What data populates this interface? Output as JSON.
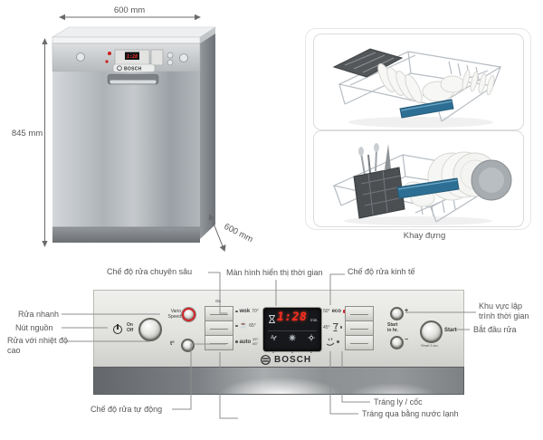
{
  "dishwasher": {
    "width_label": "600 mm",
    "height_label": "845 mm",
    "depth_label": "600 mm"
  },
  "racks": {
    "caption": "Khay đựng"
  },
  "panel": {
    "vario": [
      "Vario",
      "Speed"
    ],
    "power": [
      "On",
      "Off"
    ],
    "keycol_on": "On",
    "hitemp_label": "t°",
    "left_programs": {
      "p1": {
        "name": "wok",
        "temp": "70°"
      },
      "p2": {
        "temp": "65°"
      },
      "p3": {
        "name": "auto",
        "temp_a": "45°-",
        "temp_b": "65°"
      }
    },
    "display": {
      "time": "1:28",
      "unit": "min."
    },
    "right_programs": {
      "p1": {
        "temp": "50°",
        "name": "eco"
      },
      "p2": {
        "temp": "45°"
      }
    },
    "timer": {
      "plus": "+",
      "minus": "−",
      "label_a": "Start",
      "label_b": "in hr."
    },
    "start": {
      "label": "Start",
      "reset": "Reset 3 sec."
    },
    "brand": "BOSCH"
  },
  "annotations": {
    "intensive": "Chế độ rửa chuyên sâu",
    "display": "Màn hình hiển thị thời gian",
    "eco": "Chế độ rửa kinh tế",
    "quick": "Rửa nhanh",
    "power": "Nút nguồn",
    "hitemp": "Rửa với nhiệt độ cao",
    "auto": "Chế độ rửa tự động",
    "glass": "Tráng ly / cốc",
    "cold_rinse": "Tráng qua bằng nước lạnh",
    "timer": "Khu vực lập trình thời gian",
    "start": "Bắt đầu rửa"
  },
  "colors": {
    "accent_red": "#cf2026",
    "handle_blue": "#2d6f94",
    "digit_red": "#ff2d20"
  }
}
